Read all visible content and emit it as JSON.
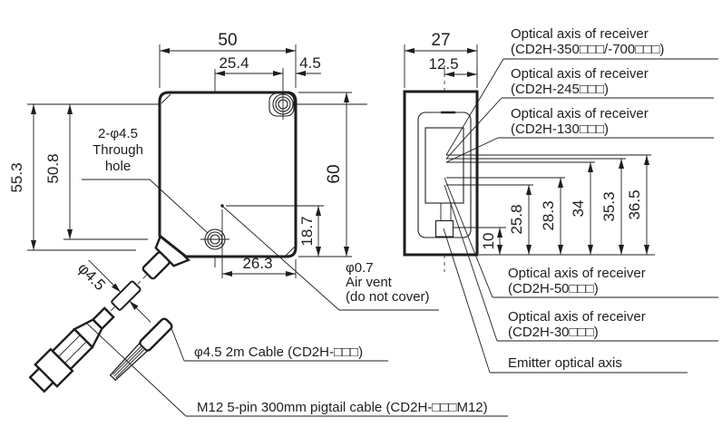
{
  "front": {
    "dims": {
      "width": "50",
      "hole_pitch": "25.4",
      "hole_edge": "4.5",
      "height": "60",
      "vent_y": "18.7",
      "vent_x": "26.3",
      "cable_a": "55.3",
      "cable_b": "50.8",
      "cable_dia": "φ4.5"
    },
    "through_hole": [
      "2-φ4.5",
      "Through",
      "hole"
    ],
    "air_vent": [
      "φ0.7",
      "Air vent",
      "(do not cover)"
    ],
    "cable_2m_label": "φ4.5 2m Cable (CD2H-□□□)",
    "pigtail_label": "M12 5-pin 300mm pigtail cable (CD2H-□□□M12)"
  },
  "side": {
    "dims": {
      "width": "27",
      "axis_x": "12.5",
      "emitter_h": "10",
      "h1": "25.8",
      "h2": "28.3",
      "h3": "34",
      "h4": "35.3",
      "h5": "36.5"
    },
    "labels": {
      "rx350": [
        "Optical axis of receiver",
        "(CD2H-350□□□/-700□□□)"
      ],
      "rx245": [
        "Optical axis of receiver",
        "(CD2H-245□□□)"
      ],
      "rx130": [
        "Optical axis of receiver",
        "(CD2H-130□□□)"
      ],
      "rx50": [
        "Optical axis of receiver",
        "(CD2H-50□□□)"
      ],
      "rx30": [
        "Optical axis of receiver",
        "(CD2H-30□□□)"
      ],
      "emitter": "Emitter optical axis"
    }
  },
  "colors": {
    "line": "#1e1e1e",
    "background": "#ffffff"
  }
}
